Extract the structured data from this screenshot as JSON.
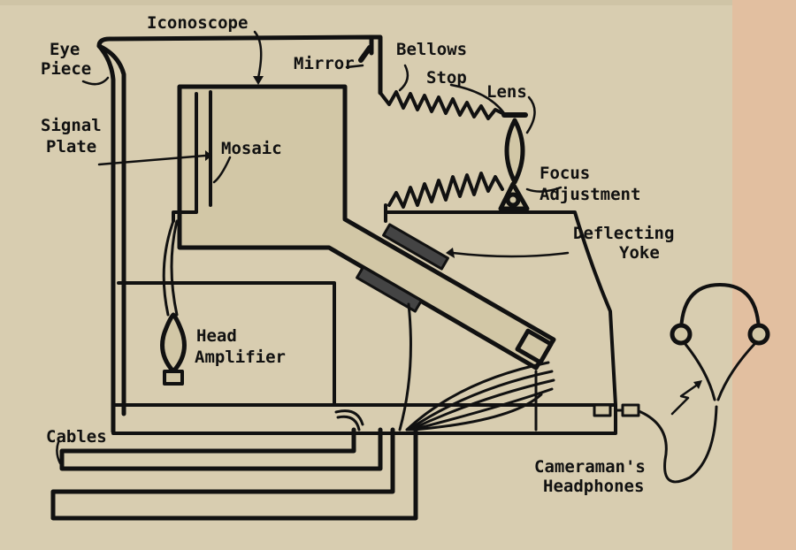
{
  "labels": {
    "iconoscope": "Iconoscope",
    "eye_piece_1": "Eye",
    "eye_piece_2": "Piece",
    "mirror": "Mirror",
    "bellows": "Bellows",
    "stop": "Stop",
    "lens": "Lens",
    "signal_plate_1": "Signal",
    "signal_plate_2": "Plate",
    "mosaic": "Mosaic",
    "focus_adjustment_1": "Focus",
    "focus_adjustment_2": "Adjustment",
    "deflecting_yoke_1": "Deflecting",
    "deflecting_yoke_2": "Yoke",
    "head_amplifier_1": "Head",
    "head_amplifier_2": "Amplifier",
    "cables": "Cables",
    "headphones_1": "Cameraman's",
    "headphones_2": "Headphones"
  },
  "colors": {
    "background": "#d8cdb0",
    "right_edge": "#e2bfa0",
    "ink": "#111111",
    "tube_fill": "#d2c7a6"
  }
}
